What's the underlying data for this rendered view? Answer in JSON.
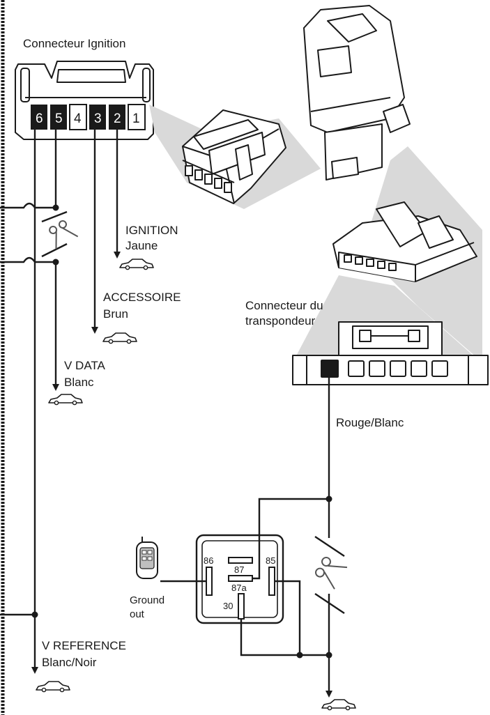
{
  "ignition_connector": {
    "title": "Connecteur Ignition",
    "pins": [
      "6",
      "5",
      "4",
      "3",
      "2",
      "1"
    ]
  },
  "wires": {
    "ignition": {
      "name": "IGNITION",
      "color": "Jaune"
    },
    "accessory": {
      "name": "ACCESSOIRE",
      "color": "Brun"
    },
    "data": {
      "name": "V DATA",
      "color": "Blanc"
    },
    "reference": {
      "name": "V REFERENCE",
      "color": "Blanc/Noir"
    },
    "transponder": {
      "color": "Rouge/Blanc"
    }
  },
  "transponder_connector": {
    "title_line1": "Connecteur du",
    "title_line2": "transpondeur"
  },
  "relay": {
    "pins": {
      "p86": "86",
      "p87": "87",
      "p87a": "87a",
      "p85": "85",
      "p30": "30"
    },
    "ground_line1": "Ground",
    "ground_line2": "out"
  },
  "icons": [
    "scissors-icon",
    "car-icon",
    "remote-icon"
  ]
}
